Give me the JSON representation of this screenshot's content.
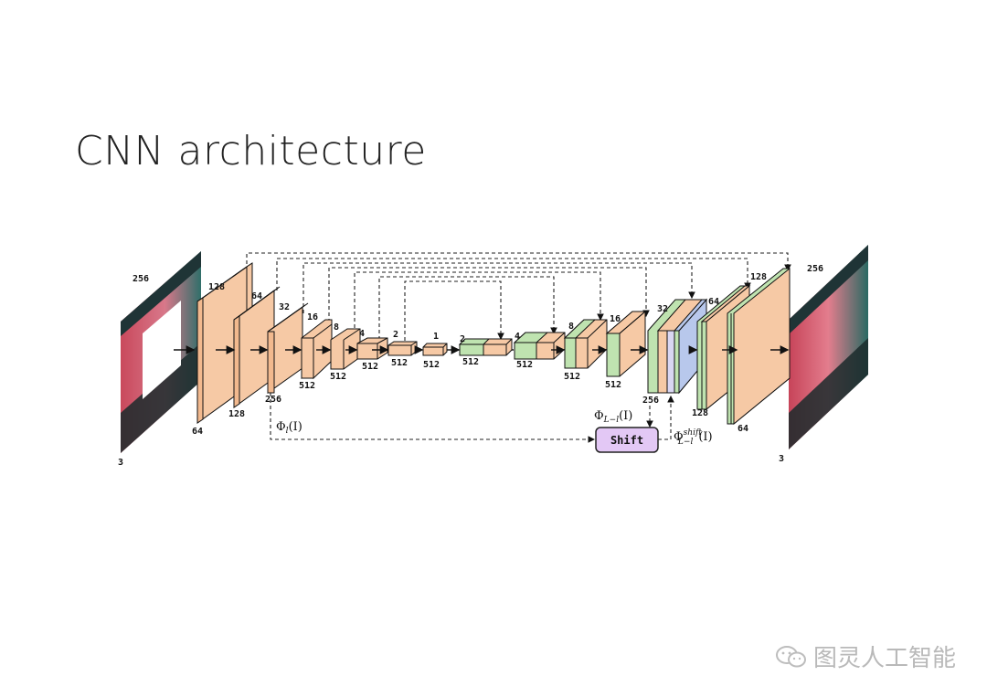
{
  "slide": {
    "title": "CNN architecture"
  },
  "diagram": {
    "input_labels": {
      "size": "256",
      "channels": "3"
    },
    "output_labels": {
      "size": "256",
      "channels": "3"
    },
    "encoder": [
      {
        "size": "128",
        "channels": "64"
      },
      {
        "size": "64",
        "channels": "128"
      },
      {
        "size": "32",
        "channels": "256"
      },
      {
        "size": "16",
        "channels": "512"
      },
      {
        "size": "8",
        "channels": "512"
      },
      {
        "size": "4",
        "channels": "512"
      },
      {
        "size": "2",
        "channels": "512"
      },
      {
        "size": "1",
        "channels": "512"
      }
    ],
    "decoder": [
      {
        "size": "2",
        "channels": "512"
      },
      {
        "size": "4",
        "channels": "512"
      },
      {
        "size": "8",
        "channels": "512"
      },
      {
        "size": "16",
        "channels": "512"
      },
      {
        "size": "32",
        "channels": "256"
      },
      {
        "size": "64",
        "channels": "128"
      },
      {
        "size": "128",
        "channels": "64"
      }
    ],
    "shift_label": "Shift",
    "phi_l": "Φ",
    "phi_l_sub": "l",
    "phi_l_arg": "(I)",
    "phi_L_minus_l": "Φ",
    "phi_L_minus_l_sub": "L−l",
    "phi_L_minus_l_arg": "(I)",
    "phi_shift": "Φ",
    "phi_shift_sup": "shift",
    "phi_shift_sub": "L−l",
    "phi_shift_arg": "(I)",
    "colors": {
      "encoder": "#f6c9a5",
      "encoder_edge": "#111111",
      "decoder_green": "#bfe3b0",
      "decoder_blue": "#b8c8ec",
      "shift_fill": "#e3c8f5",
      "shift_edge": "#222222"
    }
  },
  "watermark": {
    "text": "图灵人工智能"
  }
}
